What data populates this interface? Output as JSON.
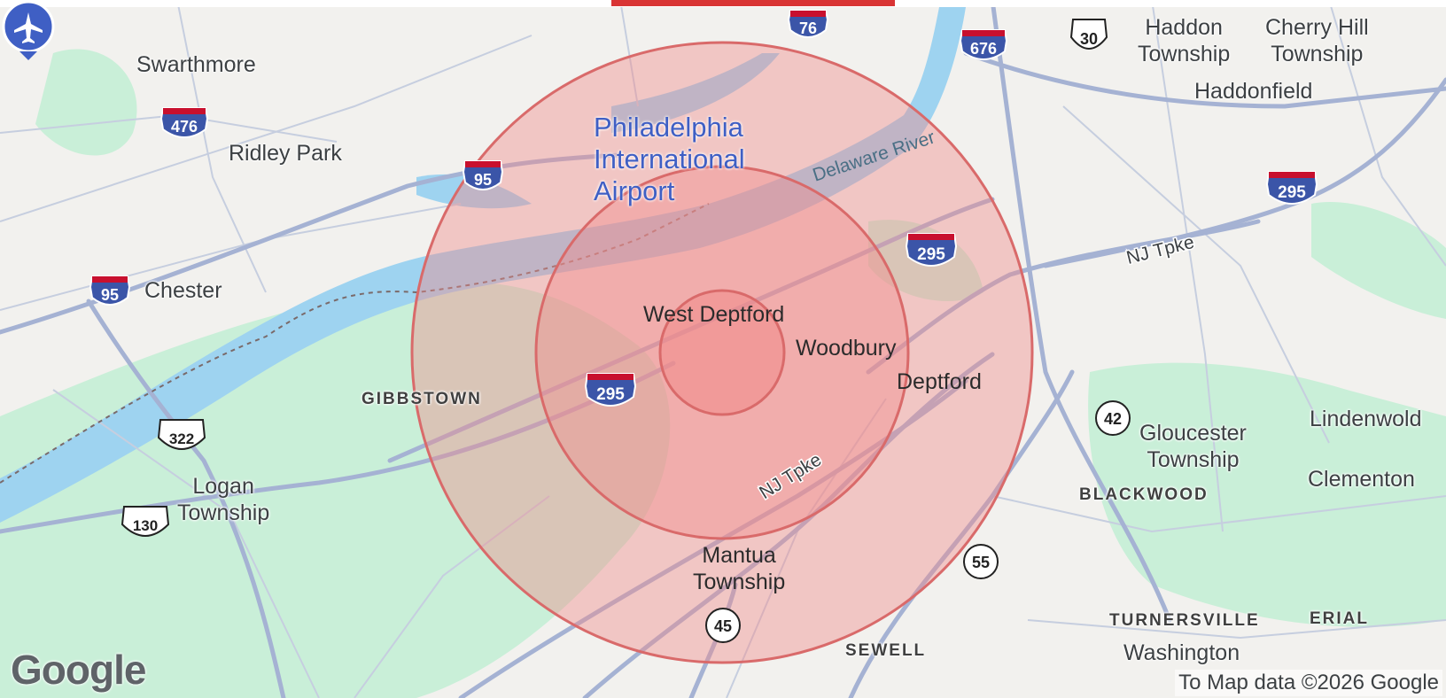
{
  "map": {
    "place_labels": {
      "swarthmore": "Swarthmore",
      "ridley_park": "Ridley Park",
      "chester": "Chester",
      "gibbstown": "GIBBSTOWN",
      "logan_township": "Logan\nTownship",
      "west_deptford": "West Deptford",
      "woodbury": "Woodbury",
      "deptford": "Deptford",
      "mantua_township": "Mantua\nTownship",
      "sewell": "SEWELL",
      "haddon_township": "Haddon\nTownship",
      "cherry_hill_township": "Cherry Hill\nTownship",
      "haddonfield": "Haddonfield",
      "gloucester_township": "Gloucester\nTownship",
      "lindenwold": "Lindenwold",
      "clementon": "Clementon",
      "blackwood": "BLACKWOOD",
      "turnersville": "TURNERSVILLE",
      "erial": "ERIAL",
      "washington": "Washington",
      "airport": "Philadelphia\nInternational\nAirport"
    },
    "water_labels": {
      "delaware_river": "Delaware River"
    },
    "road_labels": {
      "nj_tpke_east": "NJ Tpke",
      "nj_tpke_south": "NJ Tpke"
    },
    "shields": {
      "i76": "76",
      "i676": "676",
      "us30": "30",
      "i476": "476",
      "i95_airport": "95",
      "i95_chester": "95",
      "i295_east": "295",
      "i295_center": "295",
      "i295_right": "295",
      "us322": "322",
      "us130": "130",
      "rt42": "42",
      "rt55": "55",
      "rt45": "45"
    },
    "radius_rings_count": 3,
    "colors": {
      "land": "#f2f1ee",
      "water": "#9ed3f0",
      "park": "#c9efd8",
      "ring_fill": "#f08a8a",
      "ring_stroke": "#d96a6a",
      "road": "#a5b2d3",
      "interstate_red": "#c8102e",
      "interstate_blue": "#3b55a8",
      "airport_blue": "#3f5fc4"
    }
  },
  "branding": {
    "logo": "Google",
    "attribution": "To Map data ©2026 Google"
  }
}
